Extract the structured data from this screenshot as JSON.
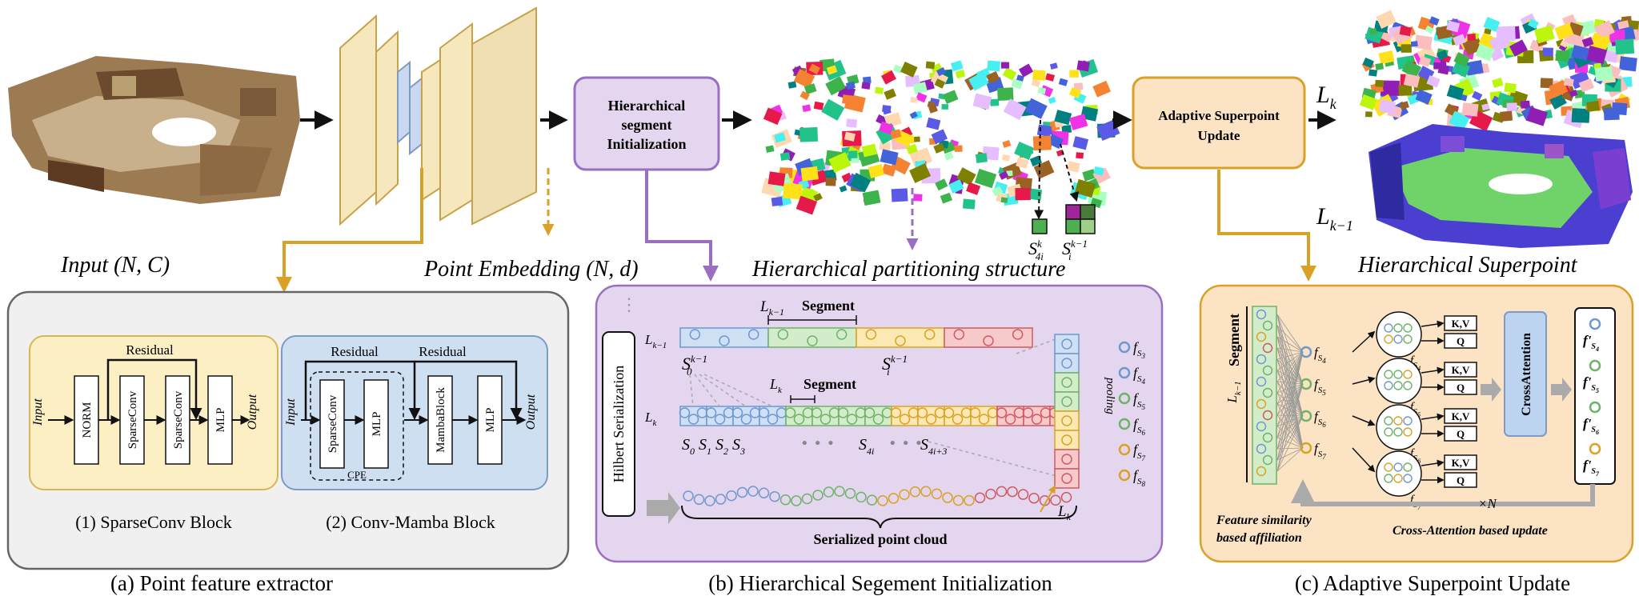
{
  "top": {
    "input_label": "Input (N, C)",
    "embedding_label": "Point Embedding (N, d)",
    "hier_init_line1": "Hierarchical",
    "hier_init_line2": "segment",
    "hier_init_line3": "Initialization",
    "partition_label": "Hierarchical partitioning structure",
    "adaptive_line1": "Adaptive Superpoint",
    "adaptive_line2": "Update",
    "superpoint_label": "Hierarchical Superpoint",
    "Lk": "L",
    "Lk_sub": "k",
    "Lk1_sub": "k−1",
    "s4i": "S",
    "s4i_sup": "k",
    "s4i_sub": "4i",
    "si": "S",
    "si_sup": "k−1",
    "si_sub": "i"
  },
  "panel_a": {
    "caption": "(a) Point feature extractor",
    "block1": {
      "caption": "(1) SparseConv Block",
      "input": "Input",
      "output": "Output",
      "residual": "Residual",
      "layers": [
        "NORM",
        "SparseConv",
        "SparseConv",
        "MLP"
      ]
    },
    "block2": {
      "caption": "(2) Conv-Mamba Block",
      "input": "Input",
      "output": "Output",
      "residual1": "Residual",
      "residual2": "Residual",
      "cpe": "CPE",
      "layers": [
        "SparseConv",
        "MLP",
        "MambaBlock",
        "MLP"
      ]
    }
  },
  "panel_b": {
    "caption": "(b) Hierarchical Segement Initialization",
    "hilbert": "Hilbert Serialization",
    "lk1_row": "L",
    "lk1_sub": "k−1",
    "lk_row": "L",
    "lk_sub": "k",
    "segment_top": "Segment",
    "segment_mid": "Segment",
    "s0_k1": "S",
    "si_k1": "S",
    "s_labels": [
      "0",
      "1",
      "2",
      "3"
    ],
    "s4i": "4i",
    "s4i3": "4i+3",
    "dots": "• • •",
    "serialized": "Serialized point cloud",
    "pooling": "pooling",
    "lk_col": "L",
    "f_labels": [
      "3",
      "4",
      "5",
      "6",
      "7",
      "8"
    ],
    "f": "f",
    "S": "S"
  },
  "panel_c": {
    "caption": "(c) Adaptive Superpoint Update",
    "segment": "Segment",
    "lk1": "L",
    "feature_sim_line1": "Feature similarity",
    "feature_sim_line2": "based affiliation",
    "cross_update": "Cross-Attention based update",
    "crossattention": "CrossAttention",
    "kv": "K,V",
    "q": "Q",
    "times_n": "×N",
    "f_idx": [
      "4",
      "5",
      "6",
      "7"
    ]
  },
  "colors": {
    "gold": "#d9a227",
    "purple": "#9b6fc0",
    "panel_a_bg": "#f0f0f0",
    "panel_b_bg": "#e3d6ee",
    "panel_c_bg": "#fbe3c4",
    "block1_bg": "#fbefc3",
    "block2_bg": "#cfdff2",
    "cross_bg": "#bcd4ef"
  }
}
